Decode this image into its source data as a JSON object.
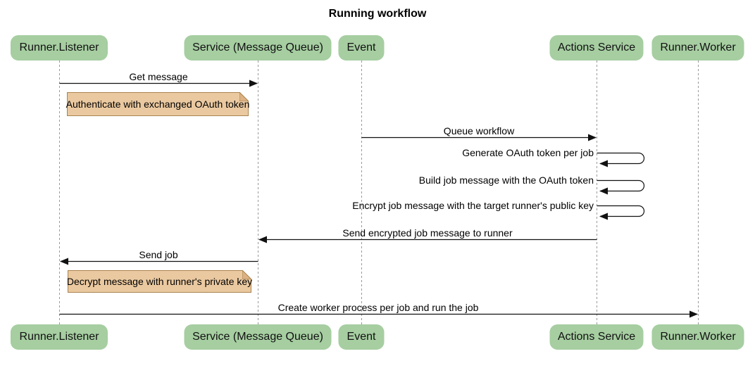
{
  "diagram": {
    "title": "Running workflow",
    "type": "sequence-diagram"
  },
  "colors": {
    "actor_fill": "#a6cea1",
    "note_fill": "#ebc9a0",
    "note_border": "#a9824f",
    "line_color": "#111111",
    "lifeline_color": "#999999"
  },
  "actors": [
    {
      "name": "Runner.Listener"
    },
    {
      "name": "Service (Message Queue)"
    },
    {
      "name": "Event"
    },
    {
      "name": "Actions Service"
    },
    {
      "name": "Runner.Worker"
    }
  ],
  "messages": [
    {
      "label": "Get message",
      "from": "Runner.Listener",
      "to": "Service (Message Queue)",
      "kind": "solid-arrow"
    },
    {
      "label": "Queue workflow",
      "from": "Event",
      "to": "Actions Service",
      "kind": "solid-arrow"
    },
    {
      "label": "Generate OAuth token per job",
      "from": "Actions Service",
      "to": "Actions Service",
      "kind": "self-loop"
    },
    {
      "label": "Build job message with the OAuth token",
      "from": "Actions Service",
      "to": "Actions Service",
      "kind": "self-loop"
    },
    {
      "label": "Encrypt job message with the target runner's public key",
      "from": "Actions Service",
      "to": "Actions Service",
      "kind": "self-loop"
    },
    {
      "label": "Send encrypted job message to runner",
      "from": "Actions Service",
      "to": "Service (Message Queue)",
      "kind": "solid-arrow"
    },
    {
      "label": "Send job",
      "from": "Service (Message Queue)",
      "to": "Runner.Listener",
      "kind": "solid-arrow"
    },
    {
      "label": "Create worker process per job and run the job",
      "from": "Runner.Listener",
      "to": "Runner.Worker",
      "kind": "solid-arrow"
    }
  ],
  "notes": [
    {
      "text": "Authenticate with exchanged OAuth token",
      "over": "Runner.Listener"
    },
    {
      "text": "Decrypt message with runner's private key",
      "over": "Runner.Listener"
    }
  ]
}
